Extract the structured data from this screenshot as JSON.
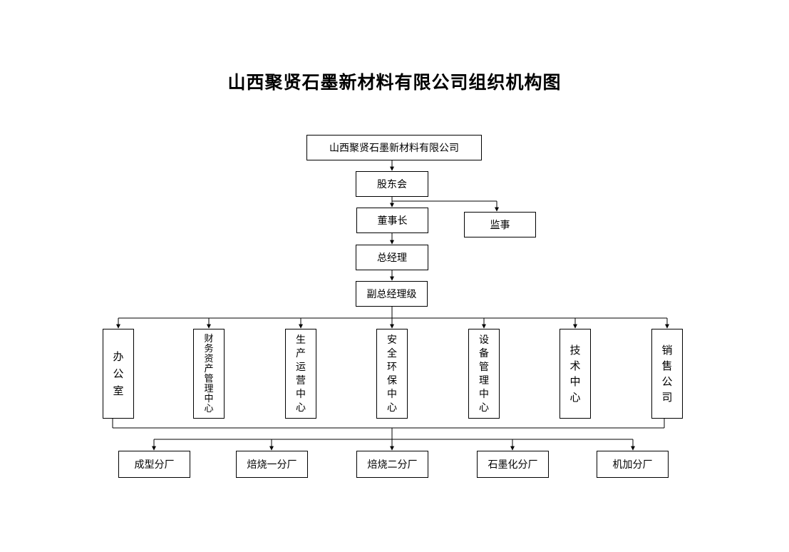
{
  "title": "山西聚贤石墨新材料有限公司组织机构图",
  "org": {
    "company": "山西聚贤石墨新材料有限公司",
    "shareholders": "股东会",
    "chairman": "董事长",
    "supervisor": "监事",
    "general_manager": "总经理",
    "deputy_gm": "副总经理级",
    "departments": [
      "办公室",
      "财务资产管理中心",
      "生产运营中心",
      "安全环保中心",
      "设备管理中心",
      "技术中心",
      "销售公司"
    ],
    "factories": [
      "成型分厂",
      "焙烧一分厂",
      "焙烧二分厂",
      "石墨化分厂",
      "机加分厂"
    ]
  },
  "colors": {
    "line": "#000000",
    "box_border": "#000000",
    "background": "#ffffff"
  }
}
